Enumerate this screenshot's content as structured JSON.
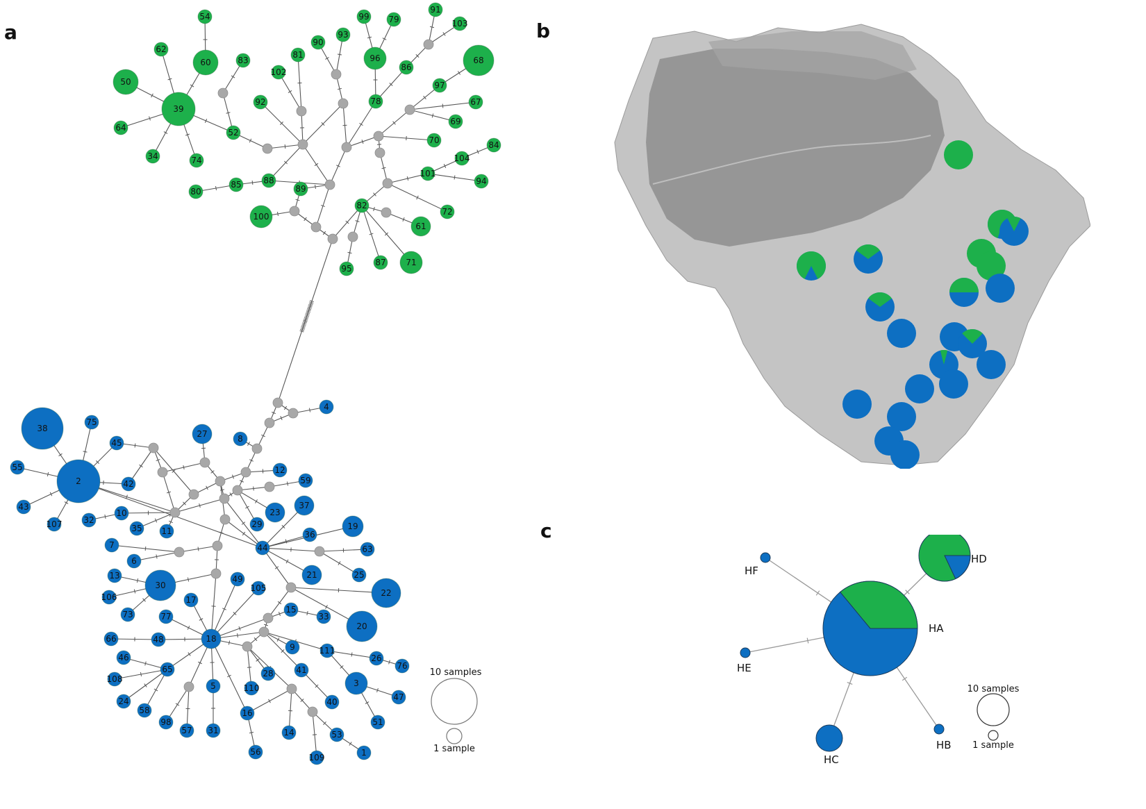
{
  "panels": {
    "a": "a",
    "b": "b",
    "c": "c"
  },
  "colors": {
    "green": "#1db04b",
    "blue": "#0d6fc2",
    "gray": "#a8a8a8",
    "edge": "#555555"
  },
  "legend_a": {
    "big": "10 samples",
    "small": "1 sample"
  },
  "legend_c": {
    "big": "10 samples",
    "small": "1 sample"
  },
  "network_a": {
    "green_nodes": [
      "54",
      "62",
      "60",
      "83",
      "50",
      "39",
      "64",
      "34",
      "74",
      "52",
      "102",
      "81",
      "90",
      "93",
      "92",
      "99",
      "79",
      "96",
      "78",
      "86",
      "91",
      "103",
      "68",
      "97",
      "67",
      "69",
      "70",
      "104",
      "84",
      "101",
      "94",
      "72",
      "88",
      "85",
      "80",
      "89",
      "100",
      "82",
      "61",
      "95",
      "87",
      "71"
    ],
    "blue_nodes": [
      "38",
      "75",
      "55",
      "2",
      "43",
      "107",
      "45",
      "42",
      "27",
      "8",
      "12",
      "59",
      "37",
      "23",
      "29",
      "4",
      "10",
      "32",
      "35",
      "11",
      "19",
      "36",
      "63",
      "25",
      "7",
      "6",
      "44",
      "21",
      "13",
      "30",
      "106",
      "73",
      "49",
      "105",
      "22",
      "17",
      "77",
      "15",
      "33",
      "20",
      "66",
      "48",
      "18",
      "9",
      "111",
      "26",
      "76",
      "46",
      "108",
      "65",
      "24",
      "58",
      "28",
      "41",
      "3",
      "47",
      "98",
      "57",
      "5",
      "31",
      "110",
      "16",
      "40",
      "51",
      "56",
      "14",
      "53",
      "109",
      "1"
    ]
  },
  "map_pies": [
    {
      "green": 1.0
    },
    {
      "green": 0.9
    },
    {
      "green": 0.15
    },
    {
      "green": 0.85
    },
    {
      "green": 1.0
    },
    {
      "green": 1.0
    },
    {
      "green": 0.3
    },
    {
      "green": 0.5
    },
    {
      "green": 0.3
    },
    {
      "green": 0.0
    },
    {
      "green": 0.0
    },
    {
      "green": 0.25
    },
    {
      "green": 0.08
    },
    {
      "green": 0.0
    },
    {
      "green": 0.0
    },
    {
      "green": 0.0
    },
    {
      "green": 0.0
    },
    {
      "green": 0.0
    },
    {
      "green": 0.0
    },
    {
      "green": 0.0
    },
    {
      "green": 0.0
    }
  ],
  "network_c": {
    "haplotypes": [
      {
        "label": "HA",
        "green": 0.33
      },
      {
        "label": "HD",
        "green": 0.82
      },
      {
        "label": "HF",
        "green": 0.0
      },
      {
        "label": "HE",
        "green": 0.0
      },
      {
        "label": "HC",
        "green": 0.0
      },
      {
        "label": "HB",
        "green": 0.0
      }
    ]
  }
}
